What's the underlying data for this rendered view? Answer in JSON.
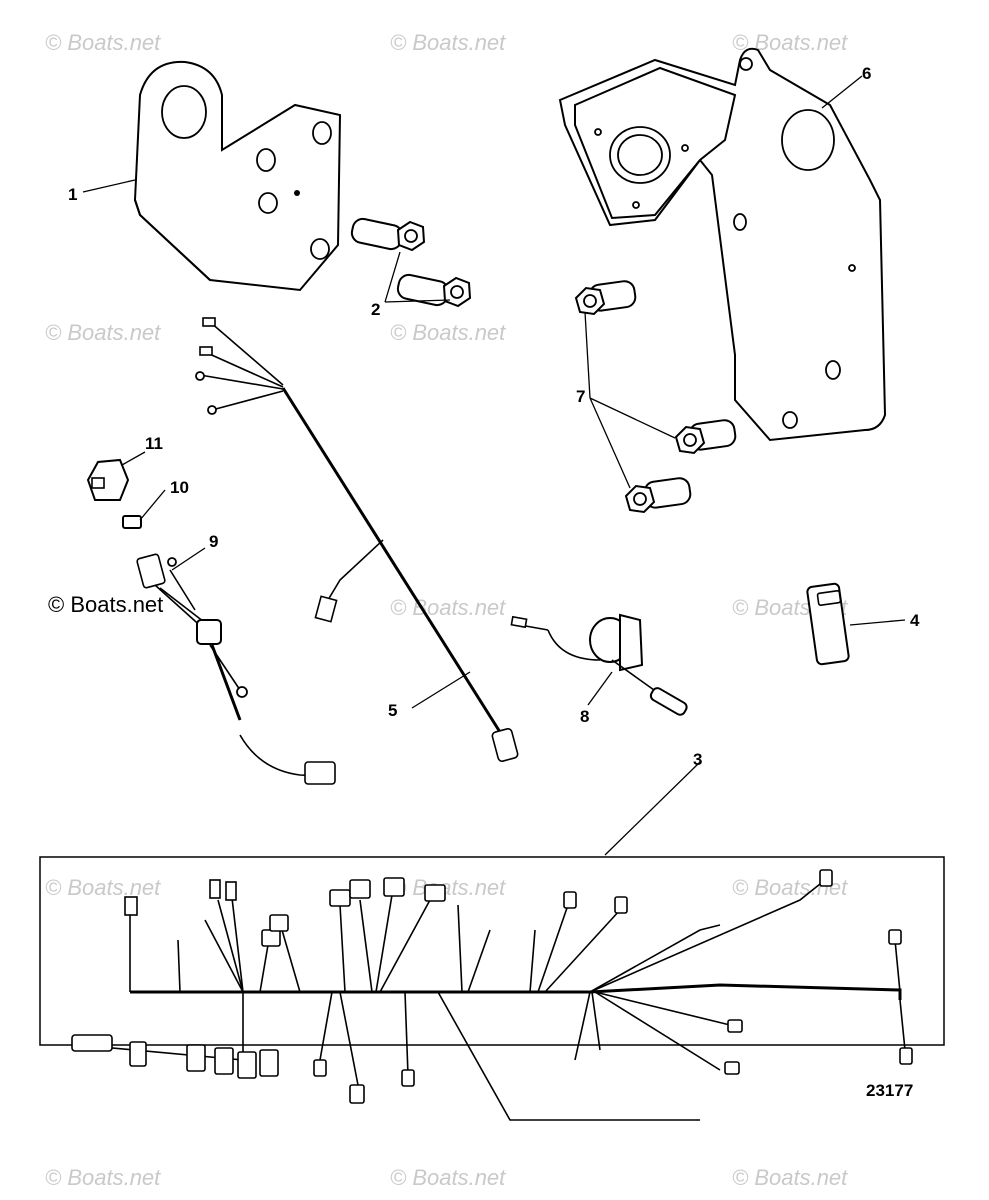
{
  "watermark": "© Boats.net",
  "figure_number": "23177",
  "callouts": [
    {
      "id": "1",
      "label": "1"
    },
    {
      "id": "2",
      "label": "2"
    },
    {
      "id": "3",
      "label": "3"
    },
    {
      "id": "4",
      "label": "4"
    },
    {
      "id": "5",
      "label": "5"
    },
    {
      "id": "6",
      "label": "6"
    },
    {
      "id": "7",
      "label": "7"
    },
    {
      "id": "8",
      "label": "8"
    },
    {
      "id": "9",
      "label": "9"
    },
    {
      "id": "10",
      "label": "10"
    },
    {
      "id": "11",
      "label": "11"
    }
  ]
}
